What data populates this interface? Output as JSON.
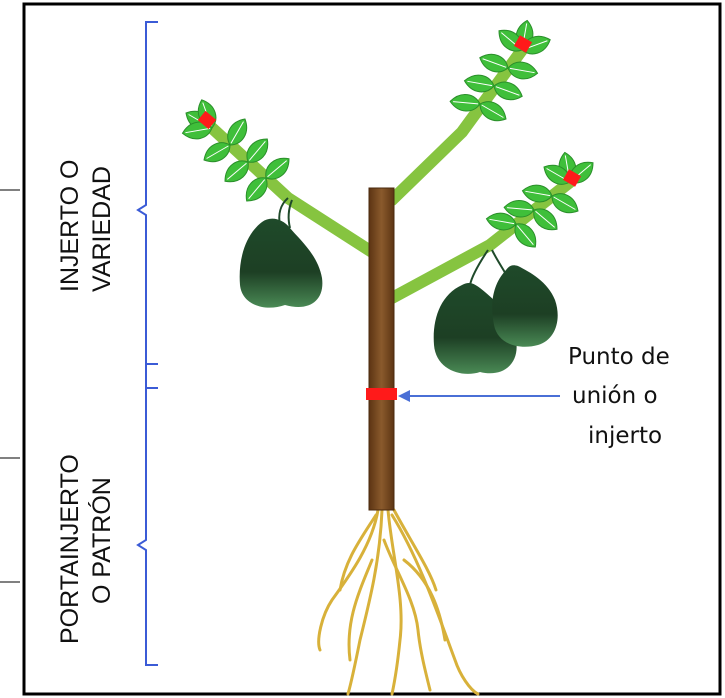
{
  "labels": {
    "scion_line1": "INJERTO O",
    "scion_line2": "VARIEDAD",
    "rootstock_line1": "PORTAINJERTO",
    "rootstock_line2": "O PATRÓN",
    "graft_point_line1": "Punto de",
    "graft_point_line2": "unión o",
    "graft_point_line3": "injerto"
  },
  "colors": {
    "bracket": "#3b5bd6",
    "trunk": "#7a4a22",
    "branch": "#86c440",
    "leaf": "#3fbf3a",
    "leaf_vein": "#ffffff",
    "fruit": "#1f4a2a",
    "graft_mark": "#ff1a1a",
    "arrow": "#4a6fd6",
    "roots": "#d8b13a",
    "frame": "#000000"
  },
  "icons": {
    "fruit": "avocado-icon",
    "leaf": "leaf-icon"
  }
}
